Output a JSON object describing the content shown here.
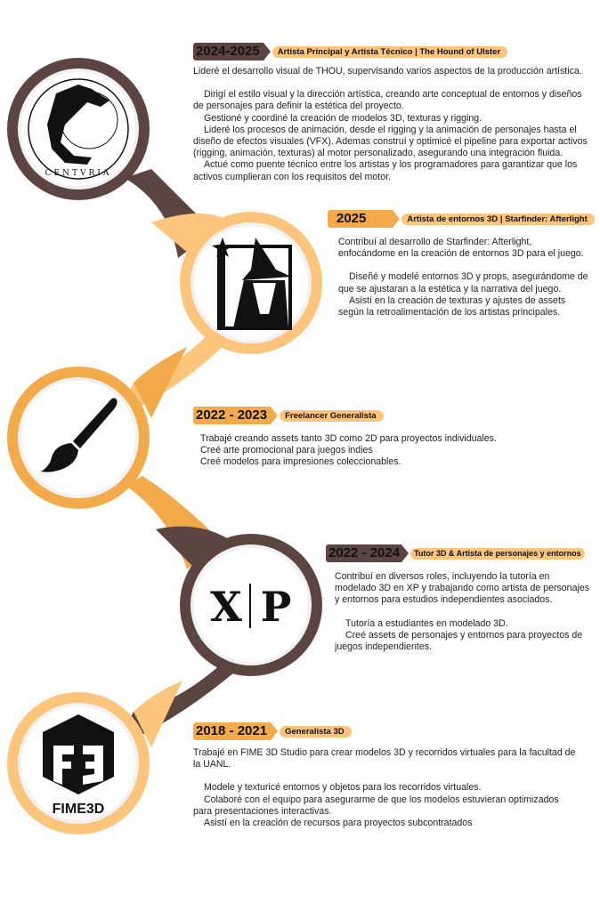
{
  "colors": {
    "brown": "#5c4540",
    "orange": "#f3aa4a",
    "light_orange": "#fdc47c"
  },
  "entries": [
    {
      "year": "2024-2025",
      "role": "Artista Principal y Artista Técnico | The Hound of Ulster",
      "logo": "centvria-wolf-logo",
      "logo_text": "CENTVRIA",
      "intro": [
        "Lideré el desarrollo visual de THOU, supervisando varios aspectos de la producción artística."
      ],
      "bullets": [
        "Dirigí el estilo visual y la dirección artística, creando arte conceptual de entornos y diseños de personajes para definir la estética del proyecto.",
        "Gestioné y coordiné la creación de modelos 3D, texturas y rigging.",
        "Lideré los procesos de animación, desde el rigging y la animación de personajes hasta el diseño de efectos visuales (VFX). Ademas construí y optimicé el pipeline para exportar activos (rigging, animación, texturas) al motor personalizado, asegurando una integración fluida.",
        "Actué como puente técnico entre los artistas y los programadores para garantizar que los activos cumplieran con los requisitos del motor."
      ]
    },
    {
      "year": "2025",
      "role": "Artista de entornos 3D | Starfinder: Afterlight",
      "logo": "wizard-logo",
      "intro": [
        "Contribuí al desarrollo de Starfinder: Afterlight, enfocándome en la creación de entornos 3D para el juego."
      ],
      "bullets": [
        "Diseñé y modelé entornos 3D y props, asegurándome de que se ajustaran a la estética y la narrativa del juego.",
        "Asistí en la creación de texturas y ajustes de assets según la retroalimentación de los artistas principales."
      ]
    },
    {
      "year": "2022 - 2023",
      "role": "Freelancer Generalista",
      "logo": "paintbrush-icon",
      "intro": [],
      "bullets": [
        "Trabajé creando assets tanto 3D como 2D para proyectos individuales.",
        "Creé arte promocional para juegos indies",
        "Creé modelos para impresiones coleccionables."
      ]
    },
    {
      "year": "2022 - 2024",
      "role": "Tutor 3D  & Artista de personajes y entornos",
      "logo": "xp-logo",
      "logo_text": "X|P",
      "intro": [
        "Contribuí en diversos roles, incluyendo la tutoría en modelado 3D en XP y trabajando como artista de personajes y entornos para estudios independientes asociados."
      ],
      "bullets": [
        "Tutoría a estudiantes en modelado 3D.",
        "Creé assets de personajes y entornos para proyectos de juegos independientes."
      ]
    },
    {
      "year": "2018 - 2021",
      "role": "Generalista 3D",
      "logo": "fime3d-logo",
      "logo_text": "FIME3D",
      "intro": [
        "Trabajé en FIME 3D Studio para crear modelos 3D y recorridos virtuales para la facultad de la UANL."
      ],
      "bullets": [
        "Modele y texturicé entornos y objetos para los recorridos virtuales.",
        "Colaboré con el equipo para asegurarme de que los modelos estuvieran optimizados para presentaciones interactivas.",
        "Asistí en la creación de recursos para proyectos subcontratados"
      ]
    }
  ]
}
